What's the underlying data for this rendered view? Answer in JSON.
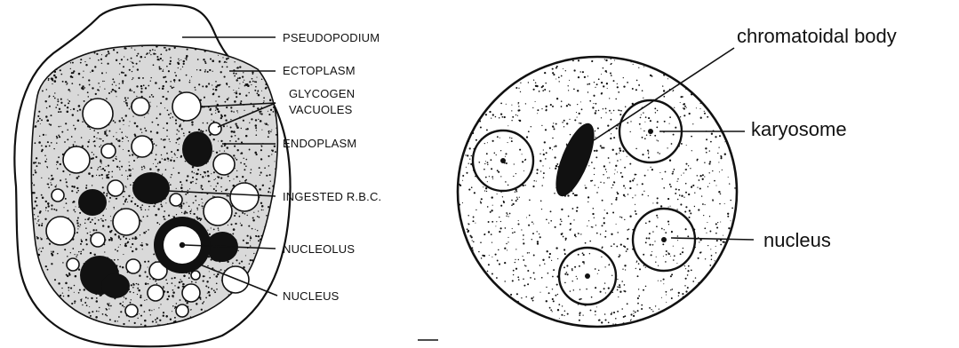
{
  "left_diagram": {
    "labels": {
      "pseudopodium": "PSEUDOPODIUM",
      "ectoplasm": "ECTOPLASM",
      "glycogen_line1": "GLYCOGEN",
      "glycogen_line2": "VACUOLES",
      "endoplasm": "ENDOPLASM",
      "ingested_rbc": "INGESTED R.B.C.",
      "nucleolus": "NUCLEOLUS",
      "nucleus": "NUCLEUS"
    }
  },
  "right_diagram": {
    "labels": {
      "chromatoidal_body": "chromatoidal body",
      "karyosome": "karyosome",
      "nucleus": "nucleus"
    }
  },
  "colors": {
    "ink": "#111111",
    "background": "#ffffff"
  }
}
